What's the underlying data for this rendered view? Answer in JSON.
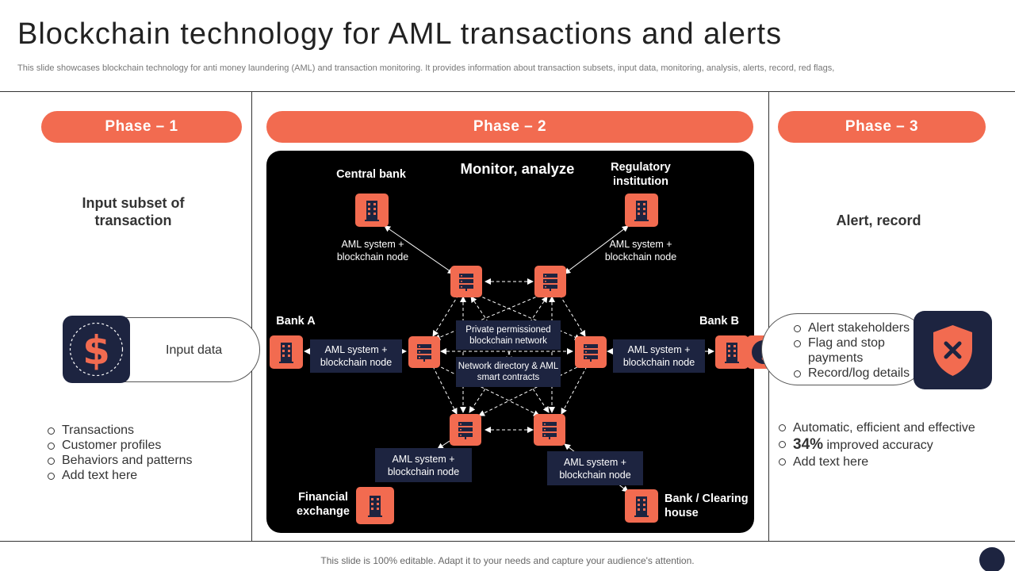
{
  "title": "Blockchain technology for AML transactions and alerts",
  "subtitle": "This slide showcases blockchain technology for anti money laundering (AML)  and transaction monitoring. It provides information about transaction subsets, input data, monitoring, analysis, alerts, record, red flags,",
  "phases": [
    {
      "label": "Phase – 1",
      "heading": "Input subset of transaction",
      "pill_text": "Input  data",
      "bullets": [
        "Transactions",
        "Customer profiles",
        "Behaviors and patterns",
        "Add text here"
      ]
    },
    {
      "label": "Phase – 2",
      "heading": "Monitor, analyze"
    },
    {
      "label": "Phase – 3",
      "heading": "Alert, record",
      "pill_bullets": [
        "Alert stakeholders",
        "Flag and stop payments",
        "Record/log details"
      ],
      "bullets": [
        {
          "text": "Automatic, efficient and effective"
        },
        {
          "bold": "34%",
          "text": " improved accuracy"
        },
        {
          "text": "Add text here"
        }
      ]
    }
  ],
  "diagram": {
    "entities": {
      "central_bank": "Central bank",
      "regulatory": "Regulatory institution",
      "bank_a": "Bank A",
      "bank_b": "Bank B",
      "financial_exchange": "Financial exchange",
      "clearing_house": "Bank / Clearing house"
    },
    "node_label": "AML system + blockchain node",
    "network_label": "Private permissioned blockchain network",
    "directory_label": "Network directory & AML smart contracts"
  },
  "footer": "This slide is 100% editable. Adapt it to your needs and capture your audience's attention.",
  "colors": {
    "accent": "#f26b50",
    "navy": "#1d2440",
    "panel": "#000000"
  },
  "icons": [
    "building-icon",
    "server-icon",
    "dollar-icon",
    "alert-icon",
    "shield-x-icon"
  ]
}
